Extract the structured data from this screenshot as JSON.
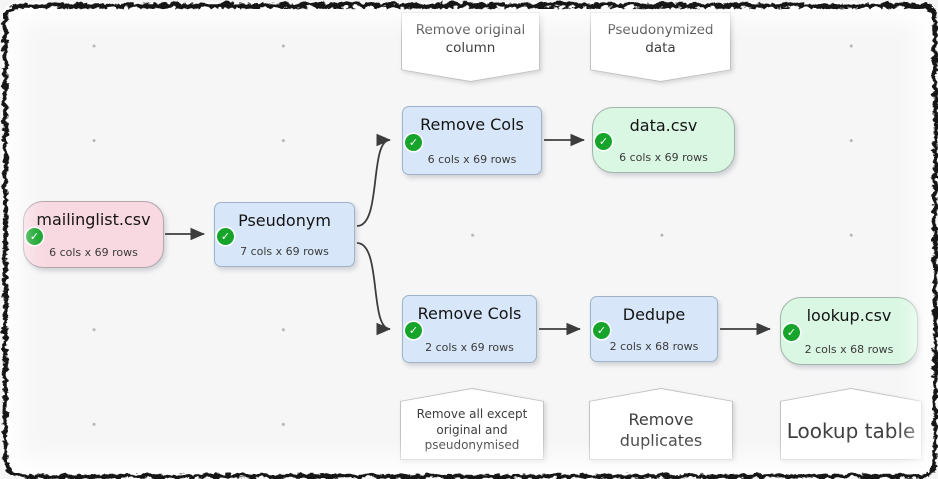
{
  "palette": {
    "canvas_bg": "#f6f6f7",
    "dot_color": "#b4b7bb",
    "frame_border": "#161616",
    "input_node_fill": "#f8d9e2",
    "transform_node_fill": "#d7e7f9",
    "output_node_fill": "#d9f7e3",
    "node_border": "#a3a9ad",
    "comment_fill": "#ffffff",
    "comment_border": "#c2c2c2",
    "arrow_color": "#3c3c3c",
    "status_ok_color": "#17a42b"
  },
  "icons": {
    "status_ok_glyph": "✓"
  },
  "nodes": [
    {
      "id": "mailinglist-csv",
      "kind": "input",
      "title": "mailinglist.csv",
      "subtitle": "6 cols x 69 rows",
      "status": "ok"
    },
    {
      "id": "pseudonym",
      "kind": "transform",
      "title": "Pseudonym",
      "subtitle": "7 cols x 69 rows",
      "status": "ok"
    },
    {
      "id": "remove-cols-1",
      "kind": "transform",
      "title": "Remove Cols",
      "subtitle": "6 cols x 69 rows",
      "status": "ok"
    },
    {
      "id": "data-csv",
      "kind": "output",
      "title": "data.csv",
      "subtitle": "6 cols x 69 rows",
      "status": "ok"
    },
    {
      "id": "remove-cols-2",
      "kind": "transform",
      "title": "Remove Cols",
      "subtitle": "2 cols x 69 rows",
      "status": "ok"
    },
    {
      "id": "dedupe",
      "kind": "transform",
      "title": "Dedupe",
      "subtitle": "2 cols x 68 rows",
      "status": "ok"
    },
    {
      "id": "lookup-csv",
      "kind": "output",
      "title": "lookup.csv",
      "subtitle": "2 cols x 68 rows",
      "status": "ok"
    }
  ],
  "comments": [
    {
      "id": "remove-original-column",
      "text": "Remove original column",
      "pointer": "down"
    },
    {
      "id": "pseudonymized-data",
      "text": "Pseudonymized data",
      "pointer": "down"
    },
    {
      "id": "remove-all-except",
      "text": "Remove all except original and pseudonymised",
      "pointer": "up"
    },
    {
      "id": "remove-duplicates",
      "text": "Remove duplicates",
      "pointer": "up"
    },
    {
      "id": "lookup-table",
      "text": "Lookup table",
      "pointer": "up"
    }
  ],
  "connections": [
    {
      "from": "mailinglist-csv",
      "to": "pseudonym"
    },
    {
      "from": "pseudonym",
      "to": "remove-cols-1"
    },
    {
      "from": "pseudonym",
      "to": "remove-cols-2"
    },
    {
      "from": "remove-cols-1",
      "to": "data-csv"
    },
    {
      "from": "remove-cols-2",
      "to": "dedupe"
    },
    {
      "from": "dedupe",
      "to": "lookup-csv"
    }
  ]
}
